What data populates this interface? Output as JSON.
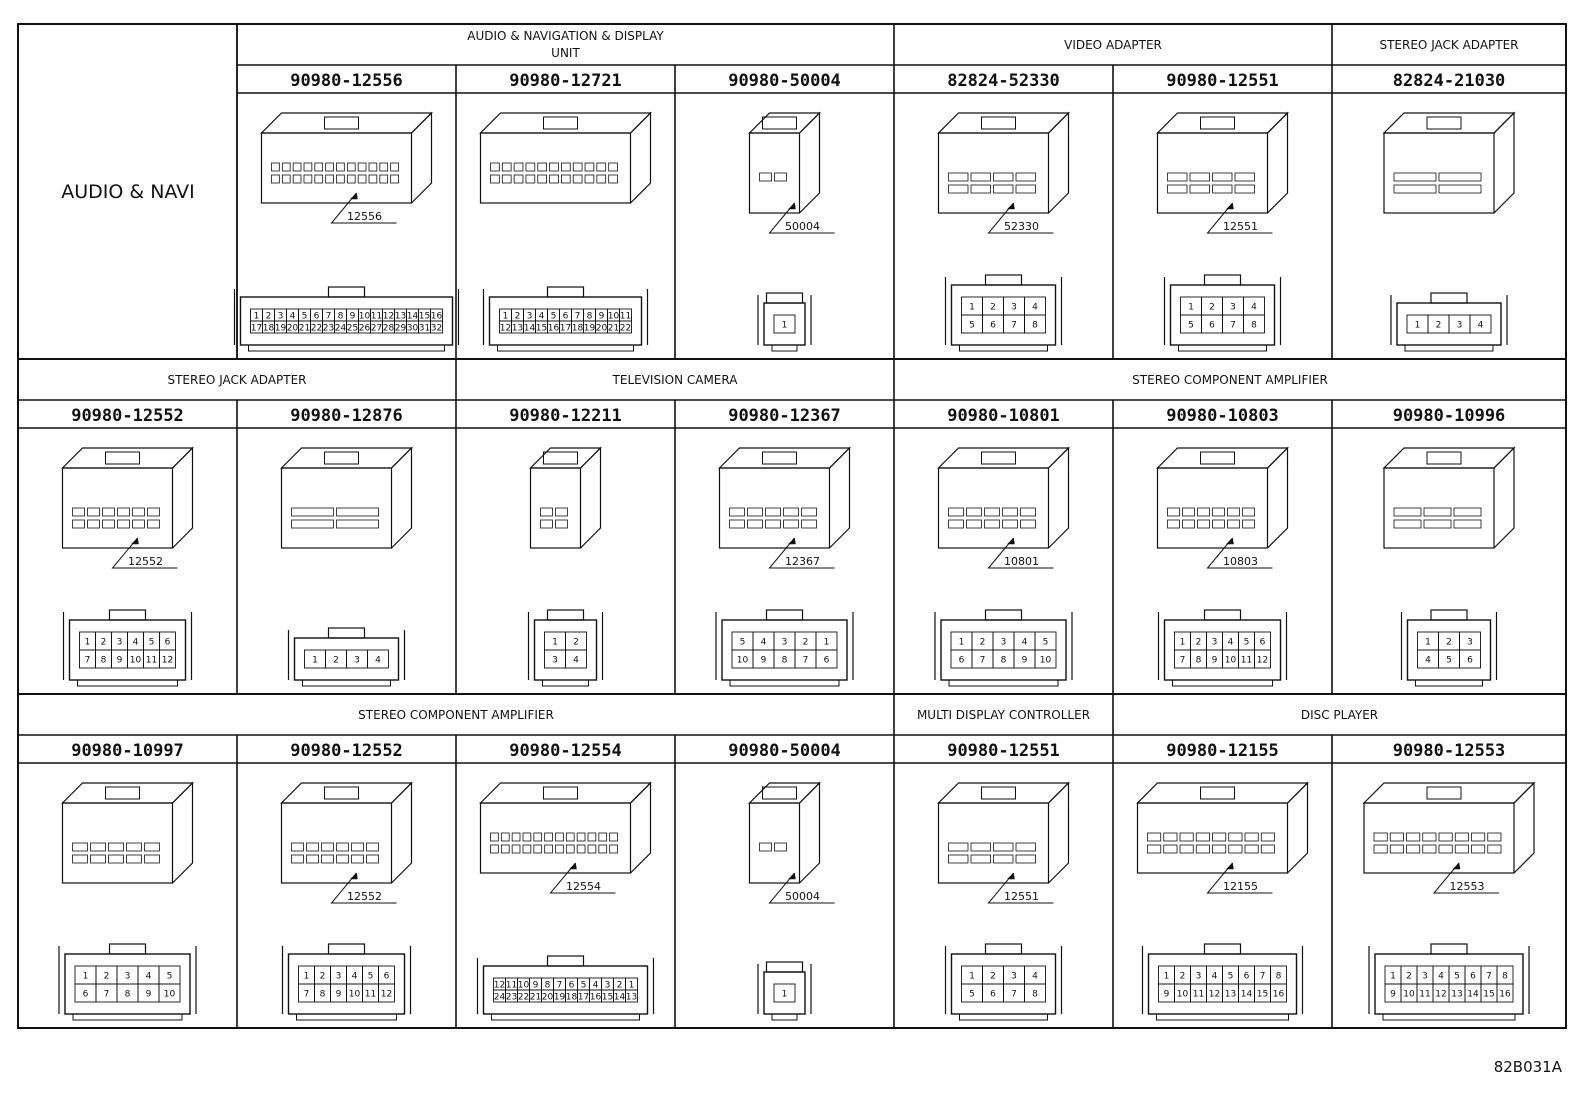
{
  "row_label": "AUDIO & NAVI",
  "figure_id": "82B031A",
  "rows": [
    {
      "groups": [
        {
          "name": "AUDIO & NAVIGATION & DISPLAY",
          "name2": "UNIT"
        },
        {
          "name": "VIDEO ADAPTER"
        },
        {
          "name": "STEREO JACK ADAPTER"
        }
      ],
      "connectors": [
        {
          "part": "90980-12556",
          "label": "12556",
          "pins": [
            1,
            2,
            3,
            4,
            5,
            6,
            7,
            8,
            9,
            10,
            11,
            12,
            13,
            14,
            15,
            16,
            17,
            18,
            19,
            20,
            21,
            22,
            23,
            24,
            25,
            26,
            27,
            28,
            29,
            30,
            31,
            32
          ],
          "style": "wide32"
        },
        {
          "part": "90980-12721",
          "label": "",
          "pins": [
            1,
            2,
            3,
            4,
            5,
            6,
            7,
            8,
            9,
            10,
            11,
            12,
            13,
            14,
            15,
            16,
            17,
            18,
            19,
            20,
            21,
            22
          ],
          "style": "wide22"
        },
        {
          "part": "90980-50004",
          "label": "50004",
          "pins": [
            1
          ],
          "style": "single"
        },
        {
          "part": "82824-52330",
          "label": "52330",
          "pins": [
            1,
            2,
            3,
            4,
            5,
            6,
            7,
            8
          ],
          "style": "eight"
        },
        {
          "part": "90980-12551",
          "label": "12551",
          "pins": [
            1,
            2,
            3,
            4,
            5,
            6,
            7,
            8
          ],
          "style": "eight"
        },
        {
          "part": "82824-21030",
          "label": "",
          "pins": [
            1,
            2,
            3,
            4
          ],
          "style": "four"
        }
      ]
    },
    {
      "groups": [
        {
          "name": "STEREO JACK ADAPTER"
        },
        {
          "name": "TELEVISION CAMERA"
        },
        {
          "name": "STEREO COMPONENT AMPLIFIER"
        }
      ],
      "connectors": [
        {
          "part": "90980-12552",
          "label": "12552",
          "pins": [
            1,
            2,
            3,
            4,
            5,
            6,
            7,
            8,
            9,
            10,
            11,
            12
          ],
          "style": "twelve"
        },
        {
          "part": "90980-12876",
          "label": "",
          "pins": [
            1,
            2,
            3,
            4
          ],
          "style": "four"
        },
        {
          "part": "90980-12211",
          "label": "",
          "pins": [
            1,
            2,
            3,
            4
          ],
          "style": "quad"
        },
        {
          "part": "90980-12367",
          "label": "12367",
          "pins": [
            5,
            4,
            3,
            2,
            1,
            10,
            9,
            8,
            7,
            6
          ],
          "style": "ten"
        },
        {
          "part": "90980-10801",
          "label": "10801",
          "pins": [
            1,
            2,
            3,
            4,
            5,
            6,
            7,
            8,
            9,
            10
          ],
          "style": "amp10"
        },
        {
          "part": "90980-10803",
          "label": "10803",
          "pins": [
            1,
            2,
            3,
            4,
            5,
            6,
            7,
            8,
            9,
            10,
            11,
            12
          ],
          "style": "amp12"
        },
        {
          "part": "90980-10996",
          "label": "",
          "pins": [
            1,
            2,
            3,
            4,
            5,
            6
          ],
          "style": "six"
        }
      ]
    },
    {
      "groups": [
        {
          "name": "STEREO COMPONENT AMPLIFIER"
        },
        {
          "name": "MULTI DISPLAY CONTROLLER"
        },
        {
          "name": "DISC PLAYER"
        }
      ],
      "connectors": [
        {
          "part": "90980-10997",
          "label": "",
          "pins": [
            1,
            2,
            3,
            4,
            5,
            6,
            7,
            8,
            9,
            10
          ],
          "style": "amp10b"
        },
        {
          "part": "90980-12552",
          "label": "12552",
          "pins": [
            1,
            2,
            3,
            4,
            5,
            6,
            7,
            8,
            9,
            10,
            11,
            12
          ],
          "style": "twelve"
        },
        {
          "part": "90980-12554",
          "label": "12554",
          "pins": [
            12,
            11,
            10,
            9,
            8,
            7,
            6,
            5,
            4,
            3,
            2,
            1,
            24,
            23,
            22,
            21,
            20,
            19,
            18,
            17,
            16,
            15,
            14,
            13
          ],
          "style": "wide24"
        },
        {
          "part": "90980-50004",
          "label": "50004",
          "pins": [
            1
          ],
          "style": "single"
        },
        {
          "part": "90980-12551",
          "label": "12551",
          "pins": [
            1,
            2,
            3,
            4,
            5,
            6,
            7,
            8
          ],
          "style": "eight"
        },
        {
          "part": "90980-12155",
          "label": "12155",
          "pins": [
            1,
            2,
            3,
            4,
            5,
            6,
            7,
            8,
            9,
            10,
            11,
            12,
            13,
            14,
            15,
            16
          ],
          "style": "sixteen"
        },
        {
          "part": "90980-12553",
          "label": "12553",
          "pins": [
            1,
            2,
            3,
            4,
            5,
            6,
            7,
            8,
            9,
            10,
            11,
            12,
            13,
            14,
            15,
            16
          ],
          "style": "sixteen"
        }
      ]
    }
  ]
}
